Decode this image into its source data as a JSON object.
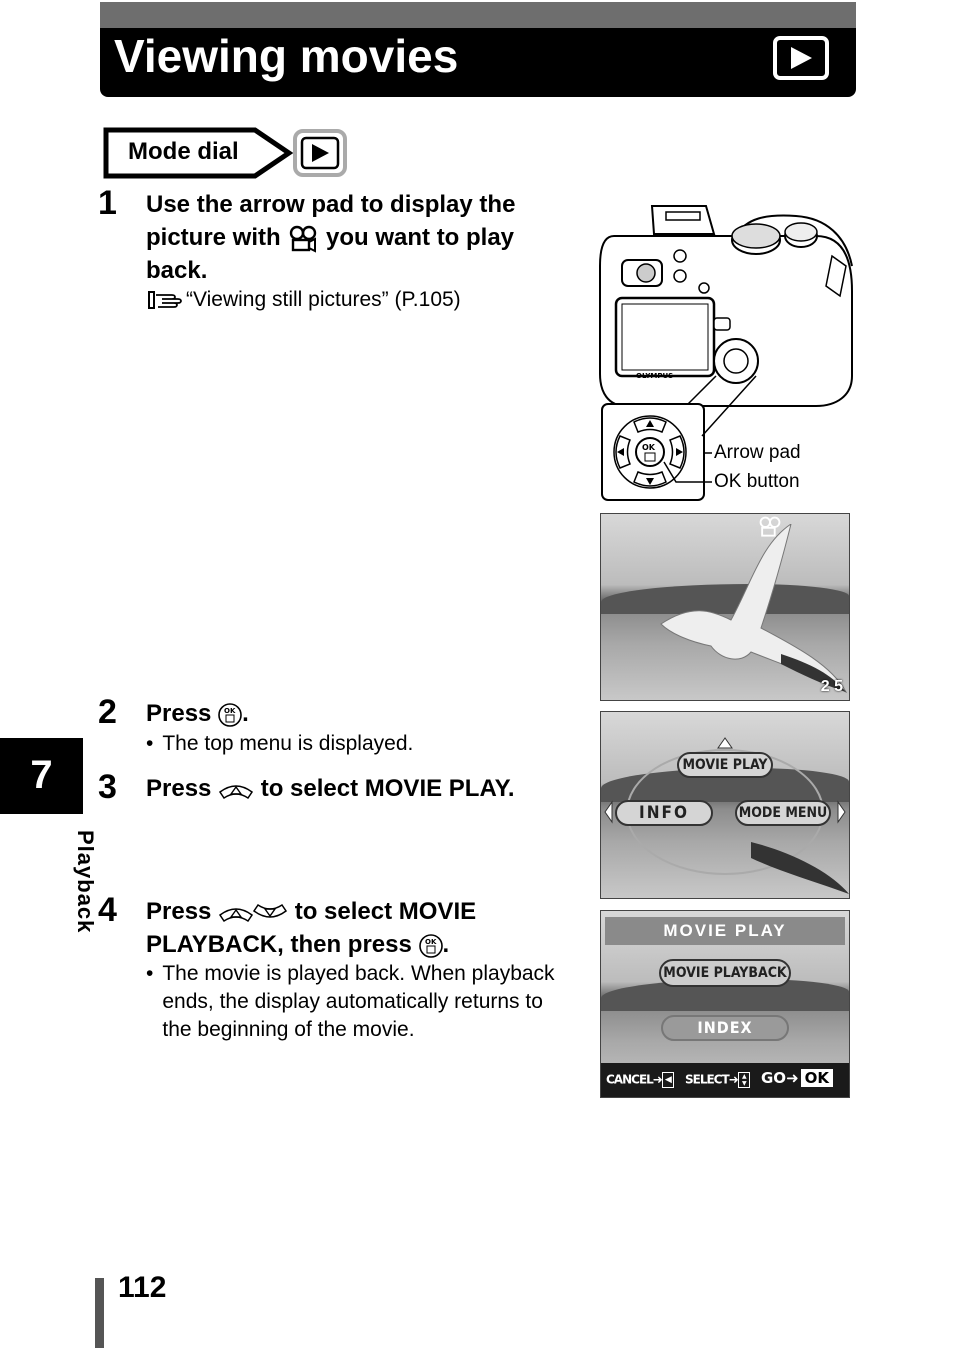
{
  "header": {
    "title": "Viewing movies",
    "icon": "playback-mode-icon"
  },
  "mode_dial": {
    "label": "Mode dial",
    "icon": "playback-mode-icon"
  },
  "steps": [
    {
      "number": "1",
      "text_part1": "Use the arrow pad to display the",
      "text_part2": "picture with",
      "text_part3": "you want to play",
      "text_part4": "back.",
      "reference": "“Viewing still pictures” (P.105)"
    },
    {
      "number": "2",
      "text_part1": "Press",
      "text_part2": ".",
      "bullet": "The top menu is displayed."
    },
    {
      "number": "3",
      "text_part1": "Press",
      "text_part2": "to select MOVIE PLAY."
    },
    {
      "number": "4",
      "text_part1": "Press",
      "text_part2": "to select MOVIE",
      "text_part3": "PLAYBACK, then press",
      "text_part4": ".",
      "bullet_line1": "The movie is played back. When playback",
      "bullet_line2": "ends, the display automatically returns to",
      "bullet_line3": "the beginning of the movie."
    }
  ],
  "camera_callouts": {
    "arrow_pad": "Arrow pad",
    "ok_button": "OK button"
  },
  "screen1": {
    "frame_count": "2 5"
  },
  "screen2": {
    "top": "MOVIE PLAY",
    "left": "INFO",
    "right": "MODE MENU"
  },
  "screen3": {
    "header": "MOVIE PLAY",
    "option_selected": "MOVIE PLAYBACK",
    "option_other": "INDEX",
    "cancel": "CANCEL",
    "select": "SELECT",
    "go": "GO",
    "ok": "OK"
  },
  "sidebar": {
    "chapter": "7",
    "section": "Playback"
  },
  "footer": {
    "page_number": "112"
  }
}
